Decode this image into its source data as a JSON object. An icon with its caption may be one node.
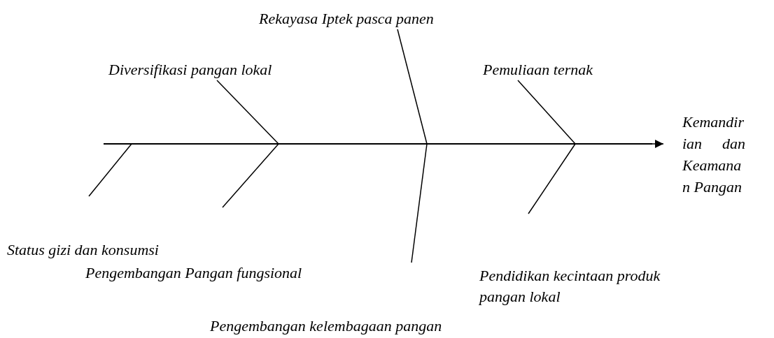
{
  "diagram": {
    "nodes": [
      {
        "text": [
          "Rekayasa Iptek pasca panen"
        ]
      },
      {
        "text": [
          "Diversifikasi pangan lokal"
        ]
      },
      {
        "text": [
          "Pemuliaan ternak"
        ]
      },
      {
        "text": [
          "Kemandirian dan Keamanan Pangan"
        ]
      },
      {
        "text": [
          "Status gizi dan konsumsi"
        ]
      },
      {
        "text": [
          "Pengembangan Pangan fungsional"
        ]
      },
      {
        "text": [
          "Pendidikan kecintaan produk pangan lokal"
        ]
      },
      {
        "text": [
          "Pengembangan kelembagaan pangan"
        ]
      },
      {
        "text": [],
        "shape": "bar"
      }
    ],
    "edges": [
      {
        "from": 8,
        "to": 3,
        "arrow": "to"
      },
      {
        "from": 0,
        "to": 8,
        "arrow": "none"
      },
      {
        "from": 1,
        "to": 8,
        "arrow": "none"
      },
      {
        "from": 2,
        "to": 8,
        "arrow": "none"
      },
      {
        "from": null,
        "to": 8,
        "arrow": "none"
      },
      {
        "from": null,
        "to": 8,
        "arrow": "none"
      },
      {
        "from": null,
        "to": 8,
        "arrow": "none"
      },
      {
        "from": null,
        "to": 8,
        "arrow": "none"
      }
    ]
  }
}
